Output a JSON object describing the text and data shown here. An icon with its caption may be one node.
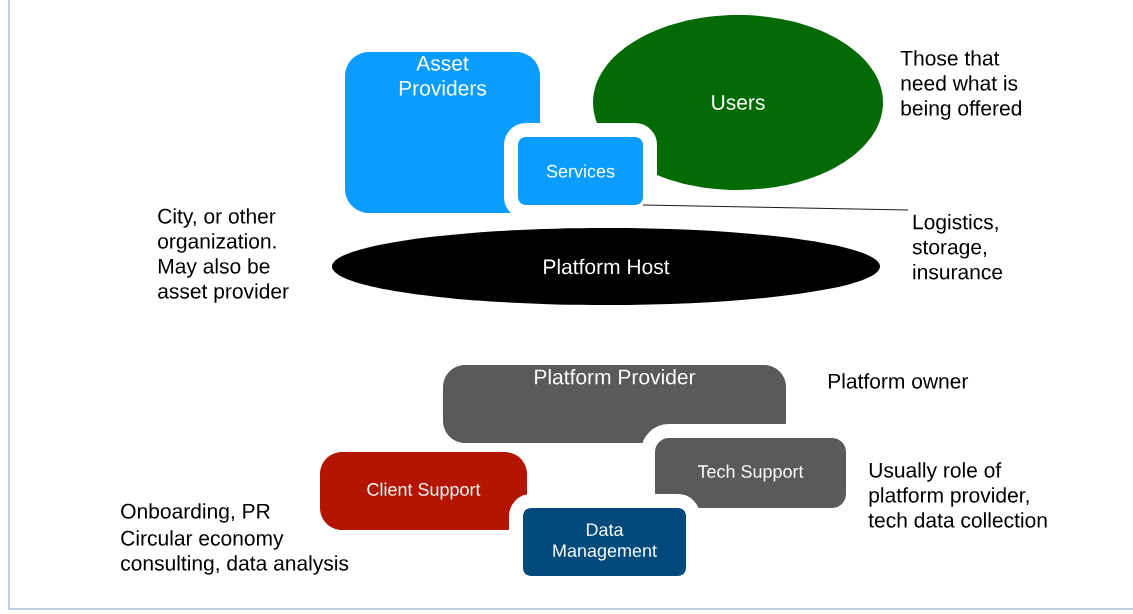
{
  "diagram": {
    "nodes": [
      {
        "text": [
          "Asset Providers"
        ]
      },
      {
        "text": [
          "Users"
        ],
        "beside": [
          "Those that need what is being offered"
        ]
      },
      {
        "text": [
          "Services"
        ]
      },
      {
        "text": [
          "Platform Host"
        ],
        "beside": [
          "City, or other organization. May also be asset provider"
        ]
      },
      {
        "text": [
          "Logistics, storage, insurance"
        ]
      },
      {
        "text": [
          "Platform Provider"
        ],
        "beside": [
          "Platform owner"
        ]
      },
      {
        "text": [
          "Tech Support"
        ],
        "beside": [
          "Usually role of platform provider, tech data collection"
        ]
      },
      {
        "text": [
          "Client Support"
        ],
        "beside": [
          "Onboarding, PR",
          "Circular economy consulting, data analysis"
        ]
      },
      {
        "text": [
          "Data Management"
        ]
      }
    ],
    "edges": [
      {
        "from": 4,
        "to": 2,
        "arrow": "none"
      }
    ]
  }
}
